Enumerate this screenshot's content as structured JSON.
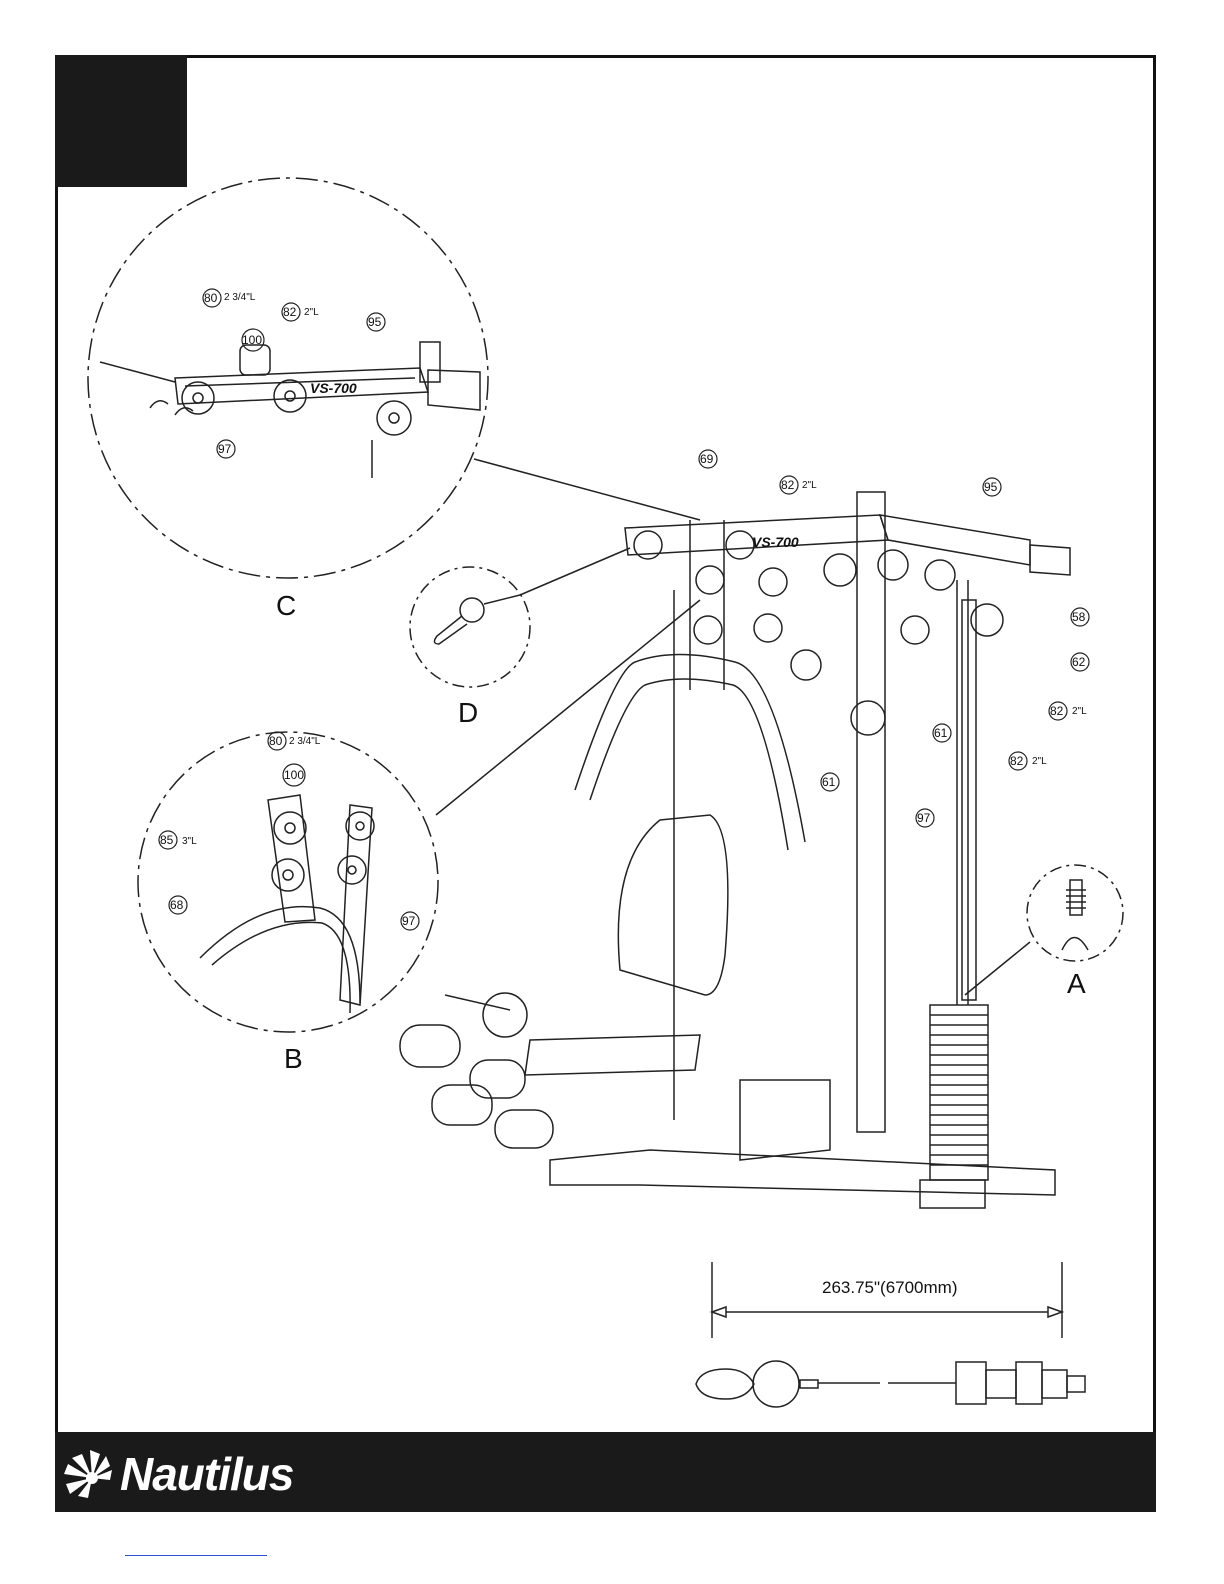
{
  "views": {
    "a": "A",
    "b": "B",
    "c": "C",
    "d": "D"
  },
  "callouts": {
    "c_80": "80",
    "c_80_len": "2 3/4\"L",
    "c_82": "82",
    "c_82_len": "2\"L",
    "c_95": "95",
    "c_100": "100",
    "c_97": "97",
    "b_80": "80",
    "b_80_len": "2 3/4\"L",
    "b_100": "100",
    "b_85": "85",
    "b_85_len": "3\"L",
    "b_68": "68",
    "b_97": "97",
    "m_69": "69",
    "m_82_top": "82",
    "m_82_top_len": "2\"L",
    "m_95": "95",
    "m_58": "58",
    "m_62": "62",
    "m_82_mid": "82",
    "m_82_mid_len": "2\"L",
    "m_82_low": "82",
    "m_82_low_len": "2\"L",
    "m_61_right": "61",
    "m_61_left": "61",
    "m_97": "97"
  },
  "frame_badge": {
    "c": "VS-700",
    "main": "VS-700"
  },
  "cable_dimension": "263.75\"(6700mm)",
  "brand": {
    "name": "Nautilus"
  }
}
